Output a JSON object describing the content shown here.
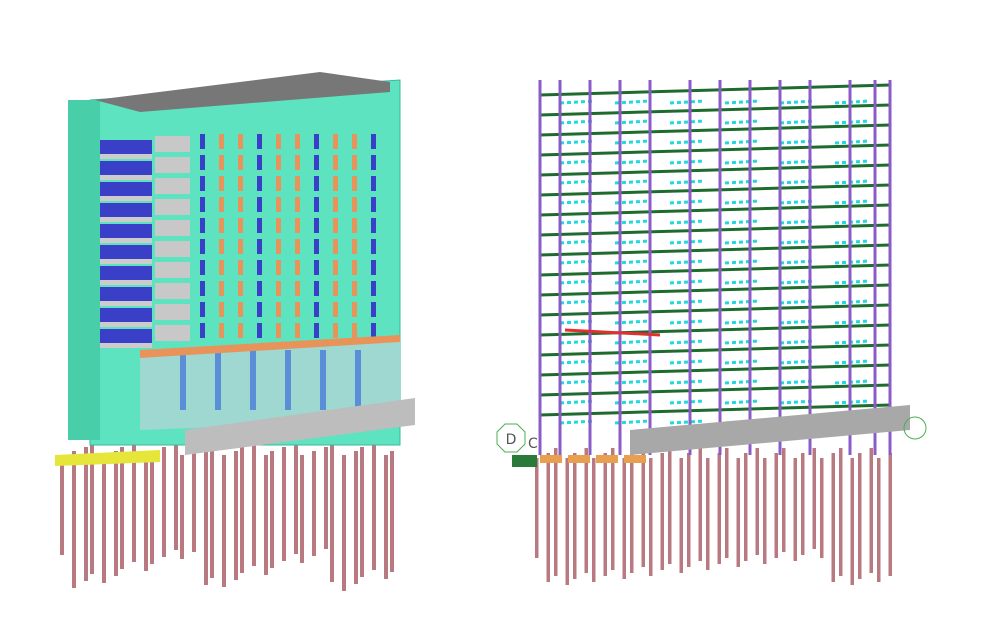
{
  "figure": {
    "left_model": {
      "view": "rendered-solid"
    },
    "right_model": {
      "view": "structural-wireframe"
    },
    "grid_labels": [
      "D",
      "C"
    ],
    "colors": {
      "facade": "#5ee3c0",
      "window": "#3a3fc8",
      "balcony": "#e8935a",
      "slab": "#bdbdbd",
      "pile": "#b87a80",
      "column": "#8a5cc8",
      "beam": "#1f6b2e",
      "rebar": "#22d8e0",
      "transfer": "#a8a8a8"
    }
  }
}
